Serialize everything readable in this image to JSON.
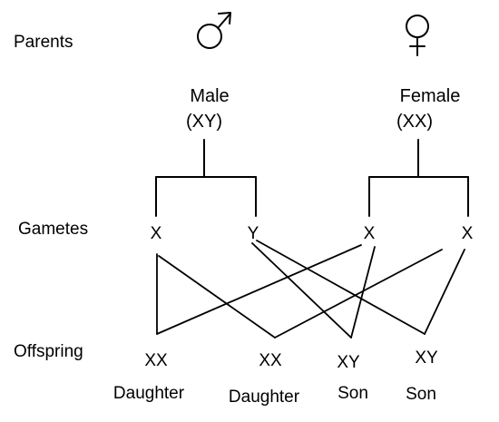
{
  "rows": {
    "parents": "Parents",
    "gametes": "Gametes",
    "offspring": "Offspring"
  },
  "parents": {
    "male": {
      "label": "Male",
      "genotype": "(XY)",
      "icon": "male-symbol-icon"
    },
    "female": {
      "label": "Female",
      "genotype": "(XX)",
      "icon": "female-symbol-icon"
    }
  },
  "gametes": [
    "X",
    "Y",
    "X",
    "X"
  ],
  "offspring": [
    {
      "genotype": "XX",
      "sex": "Daughter"
    },
    {
      "genotype": "XX",
      "sex": "Daughter"
    },
    {
      "genotype": "XY",
      "sex": "Son"
    },
    {
      "genotype": "XY",
      "sex": "Son"
    }
  ],
  "colors": {
    "ink": "#000000",
    "background": "#ffffff"
  }
}
